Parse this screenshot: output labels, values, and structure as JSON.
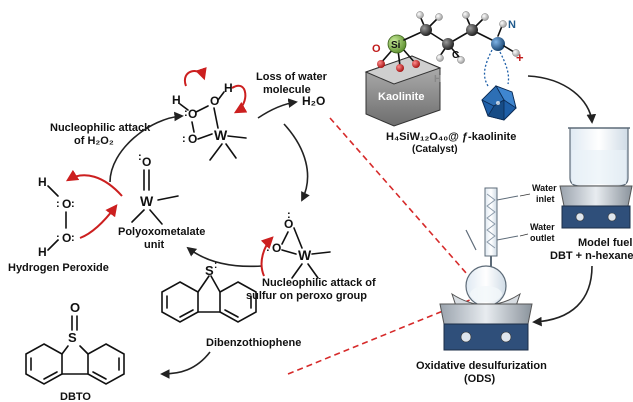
{
  "labels": {
    "loss_of_water": [
      "Loss of water",
      "molecule"
    ],
    "water_product": "H₂O",
    "nucleophilic_h2o2": [
      "Nucleophilic attack",
      "of H₂O₂"
    ],
    "hydrogen_peroxide": "Hydrogen Peroxide",
    "polyoxometalate": [
      "Polyoxometalate",
      "unit"
    ],
    "nucleophilic_sulfur": [
      "Nucleophilic attack of",
      "sulfur on peroxo group"
    ],
    "dibenzothiophene": "Dibenzothiophene",
    "dbto": "DBTO",
    "catalyst_name": "H₄SiW₁₂O₄₀@ ƒ-kaolinite",
    "catalyst_sub": "(Catalyst)",
    "kaolinite": "Kaolinite",
    "water_inlet": [
      "Water",
      "inlet"
    ],
    "water_outlet": [
      "Water",
      "outlet"
    ],
    "model_fuel": [
      "Model fuel",
      "DBT + n-hexane"
    ],
    "ods": [
      "Oxidative desulfurization",
      "(ODS)"
    ]
  },
  "atoms": {
    "W": "W",
    "O": "O",
    "H": "H",
    "S": "S",
    "Si": "Si",
    "C": "C",
    "N": "N",
    "plus": "+",
    "colon": ":"
  },
  "colors": {
    "red_arrow": "#cc1f1f",
    "dashed_line": "#d62a2a",
    "silicon": "#7fb24a",
    "nitrogen": "#1f5a8c",
    "polyhedra": "#1e5fa8",
    "kaolinite": "#8a8a8a"
  }
}
